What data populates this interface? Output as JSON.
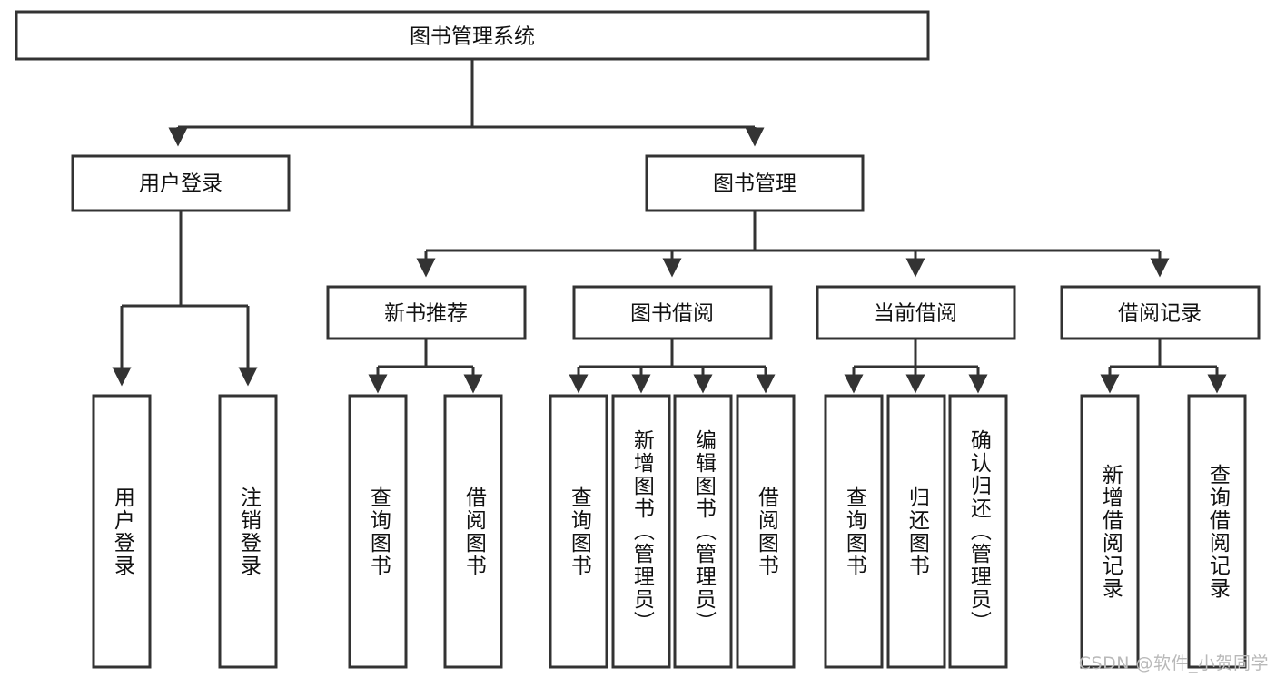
{
  "diagram": {
    "title": "图书管理系统",
    "type": "tree",
    "watermark": "CSDN @软件_小贺同学",
    "colors": {
      "background": "#ffffff",
      "box_fill": "#ffffff",
      "box_stroke": "#333333",
      "connector": "#333333",
      "text": "#111111",
      "watermark": "#b9b9b9"
    },
    "root": {
      "label": "图书管理系统"
    },
    "level2": [
      {
        "label": "用户登录"
      },
      {
        "label": "图书管理"
      }
    ],
    "level3": [
      {
        "label": "新书推荐"
      },
      {
        "label": "图书借阅"
      },
      {
        "label": "当前借阅"
      },
      {
        "label": "借阅记录"
      }
    ],
    "leaves": {
      "user_login": [
        {
          "label": "用户登录"
        },
        {
          "label": "注销登录"
        }
      ],
      "new_book_recommend": [
        {
          "label": "查询图书"
        },
        {
          "label": "借阅图书"
        }
      ],
      "book_borrow": [
        {
          "label": "查询图书"
        },
        {
          "label": "新增图书（管理员）"
        },
        {
          "label": "编辑图书（管理员）"
        },
        {
          "label": "借阅图书"
        }
      ],
      "current_borrow": [
        {
          "label": "查询图书"
        },
        {
          "label": "归还图书"
        },
        {
          "label": "确认归还（管理员）"
        }
      ],
      "borrow_records": [
        {
          "label": "新增借阅记录"
        },
        {
          "label": "查询借阅记录"
        }
      ]
    }
  }
}
